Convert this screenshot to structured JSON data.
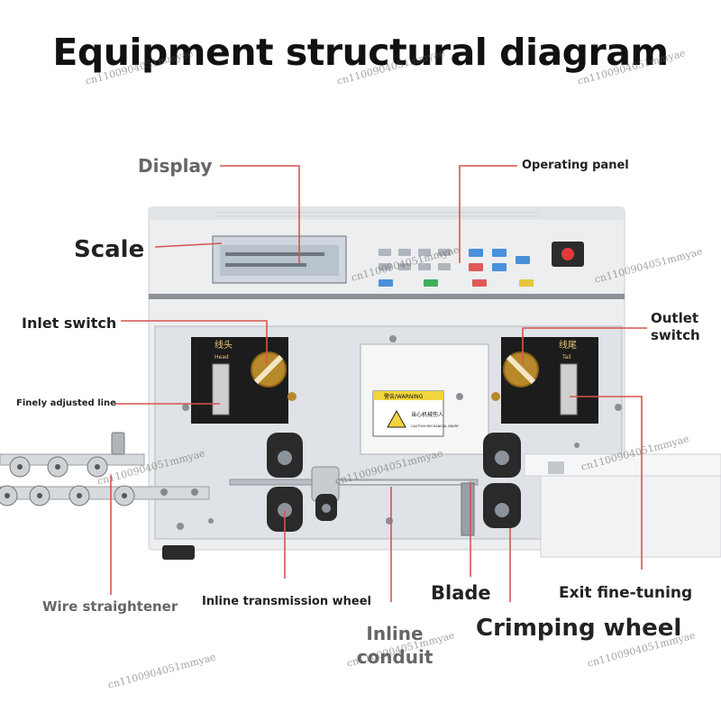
{
  "title": "Equipment structural diagram",
  "labels": {
    "display": "Display",
    "operating_panel": "Operating panel",
    "scale": "Scale",
    "inlet_switch": "Inlet switch",
    "outlet_switch": "Outlet\nswitch",
    "finely_adjusted_line": "Finely adjusted line",
    "wire_straightener": "Wire straightener",
    "inline_transmission_wheel": "Inline transmission wheel",
    "blade": "Blade",
    "exit_fine_tuning": "Exit fine-tuning",
    "inline_conduit": "Inline\nconduit",
    "crimping_wheel": "Crimping wheel"
  },
  "machine": {
    "head_cn": "线头",
    "head_en": "Head",
    "tail_cn": "线尾",
    "tail_en": "Tail",
    "warning": "警告/WARNING",
    "warning_cn": "当心机械伤人",
    "warning_en": "CAUTION MECHANICAL INJURY"
  },
  "watermark": "cn1100904051mmyae",
  "colors": {
    "leader": "#d9534f",
    "title": "#111111",
    "panel_black": "#1c1c1c",
    "dial_gold": "#b8892a"
  }
}
